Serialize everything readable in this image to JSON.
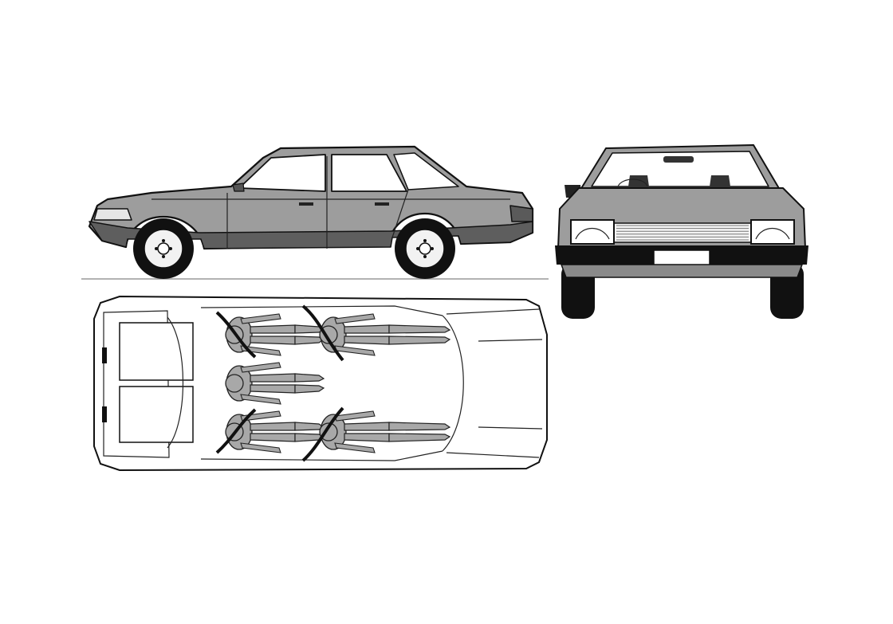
{
  "views": [
    {
      "name": "side-view",
      "icon": "car-side-elevation"
    },
    {
      "name": "front-view",
      "icon": "car-front-elevation"
    },
    {
      "name": "top-view",
      "icon": "car-plan-view-with-occupants"
    }
  ],
  "occupants": 5,
  "colors": {
    "body": "#9d9d9d",
    "body_dark": "#6f6f6f",
    "glass": "#ffffff",
    "line": "#111111",
    "background": "#ffffff",
    "figure": "#a8a8a8"
  }
}
